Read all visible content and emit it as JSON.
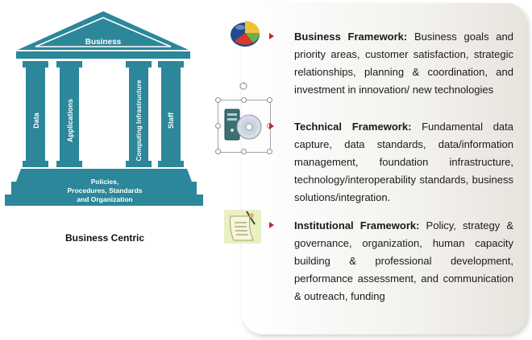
{
  "diagram": {
    "roof_label": "Business",
    "pillars": [
      "Data",
      "Applications",
      "Computing Infrastructure",
      "Staff"
    ],
    "foundation_lines": [
      "Policies,",
      "Procedures, Standards",
      "and Organization"
    ],
    "caption": "Business Centric",
    "color": "#2b8799"
  },
  "frameworks": [
    {
      "title": "Business Framework:",
      "body": " Business goals and priority areas, customer satisfaction, strategic relationships, planning & coordination, and investment in innovation/ new technologies",
      "icon": "pie-chart-icon"
    },
    {
      "title": "Technical Framework:",
      "body": " Fundamental data capture, data standards, data/information management, foundation infrastructure, technology/interoperability standards, business solutions/integration.",
      "icon": "computer-disc-icon"
    },
    {
      "title": "Institutional Framework:",
      "body": " Policy, strategy & governance, organization, human capacity building & professional development, performance assessment, and communication & outreach, funding",
      "icon": "document-scroll-icon"
    }
  ],
  "colors": {
    "bullet": "#c0282e",
    "panel": "#eeebe6"
  }
}
